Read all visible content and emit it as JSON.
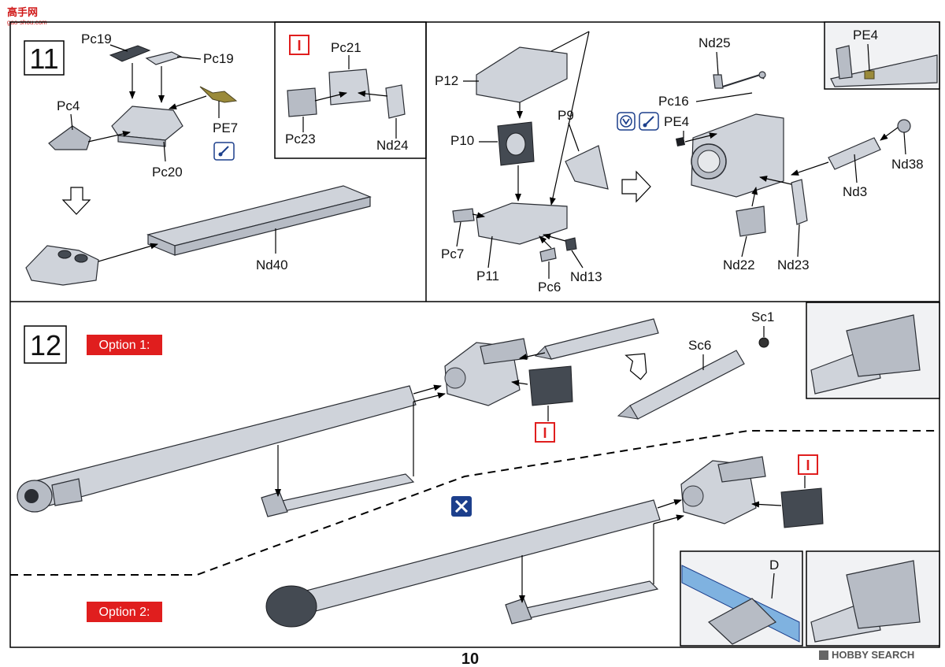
{
  "header_logo": {
    "text": "高手网",
    "subtext": "gao-shou.com"
  },
  "steps": {
    "step11": {
      "number": "11",
      "parts": {
        "pc19_a": "Pc19",
        "pc19_b": "Pc19",
        "pc4": "Pc4",
        "pe7": "PE7",
        "pc20": "Pc20",
        "pc21": "Pc21",
        "pc23": "Pc23",
        "nd24": "Nd24",
        "nd40": "Nd40",
        "p12": "P12",
        "p9": "P9",
        "p10": "P10",
        "pc7": "Pc7",
        "p11": "P11",
        "pc6": "Pc6",
        "nd13": "Nd13",
        "nd25": "Nd25",
        "pe4_inset": "PE4",
        "pc16": "Pc16",
        "pe4": "PE4",
        "nd38": "Nd38",
        "nd3": "Nd3",
        "nd22": "Nd22",
        "nd23": "Nd23"
      },
      "info_mark": "I"
    },
    "step12": {
      "number": "12",
      "option1": "Option 1:",
      "option2": "Option 2:",
      "parts": {
        "sc1": "Sc1",
        "sc6": "Sc6",
        "d": "D"
      },
      "info_mark_1": "I",
      "info_mark_2": "I"
    }
  },
  "page_number": "10",
  "watermark": "HOBBY SEARCH",
  "colors": {
    "accent_red": "#e01e1e",
    "icon_blue": "#1c3f8c",
    "blue_part": "#7fb2e0",
    "photo_etch": "#9a8a3a"
  }
}
